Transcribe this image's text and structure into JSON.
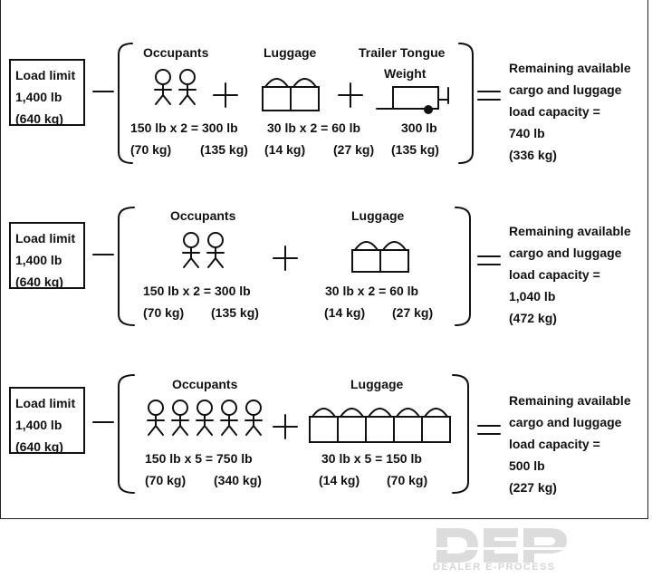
{
  "logo": {
    "text": "DEALER E-PROCESS",
    "mark_text": "DEP"
  },
  "rows": [
    {
      "load_limit": {
        "label": "Load limit",
        "lb": "1,400 lb",
        "kg": "(640 kg)"
      },
      "occupants": {
        "label": "Occupants",
        "calc": "150 lb x 2 = 300 lb",
        "kg_each": "(70 kg)",
        "kg_total": "(135 kg)",
        "count": 2
      },
      "luggage": {
        "label": "Luggage",
        "calc": "30 lb x 2 = 60 lb",
        "kg_each": "(14 kg)",
        "kg_total": "(27 kg)",
        "count": 2
      },
      "trailer": {
        "label_line1": "Trailer Tongue",
        "label_line2": "Weight",
        "lb": "300 lb",
        "kg": "(135 kg)"
      },
      "remaining": {
        "line1": "Remaining available",
        "line2": "cargo and luggage",
        "line3": "load capacity =",
        "lb": "740 lb",
        "kg": "(336 kg)"
      }
    },
    {
      "load_limit": {
        "label": "Load limit",
        "lb": "1,400 lb",
        "kg": "(640 kg)"
      },
      "occupants": {
        "label": "Occupants",
        "calc": "150 lb x 2 = 300 lb",
        "kg_each": "(70 kg)",
        "kg_total": "(135 kg)",
        "count": 2
      },
      "luggage": {
        "label": "Luggage",
        "calc": "30 lb x 2 = 60 lb",
        "kg_each": "(14 kg)",
        "kg_total": "(27 kg)",
        "count": 2
      },
      "remaining": {
        "line1": "Remaining available",
        "line2": "cargo and luggage",
        "line3": "load capacity =",
        "lb": "1,040 lb",
        "kg": "(472 kg)"
      }
    },
    {
      "load_limit": {
        "label": "Load limit",
        "lb": "1,400 lb",
        "kg": "(640 kg)"
      },
      "occupants": {
        "label": "Occupants",
        "calc": "150 lb x 5 = 750 lb",
        "kg_each": "(70 kg)",
        "kg_total": "(340 kg)",
        "count": 5
      },
      "luggage": {
        "label": "Luggage",
        "calc": "30 lb x 5 = 150 lb",
        "kg_each": "(14 kg)",
        "kg_total": "(70 kg)",
        "count": 5
      },
      "remaining": {
        "line1": "Remaining available",
        "line2": "cargo and luggage",
        "line3": "load capacity =",
        "lb": "500 lb",
        "kg": "(227 kg)"
      }
    }
  ]
}
